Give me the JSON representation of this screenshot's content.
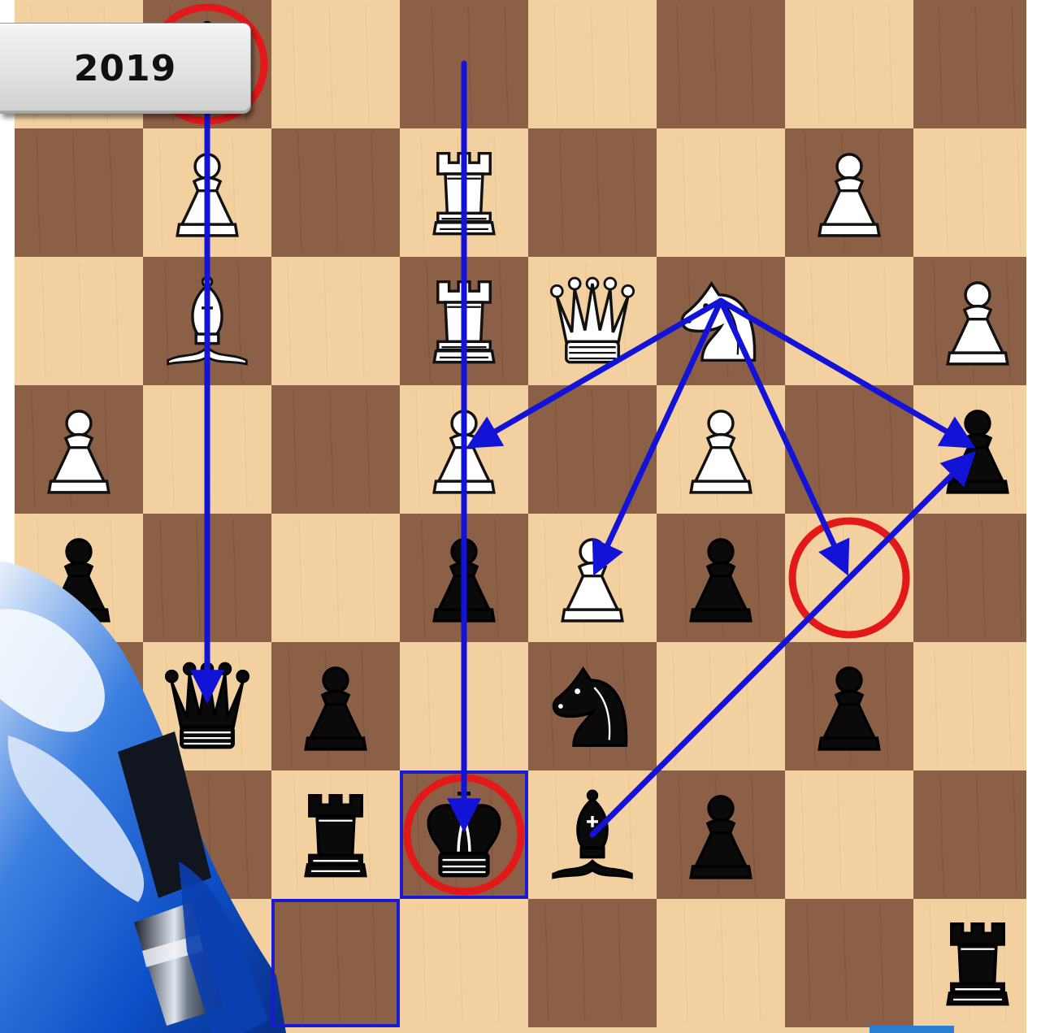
{
  "badge": {
    "year": "2019"
  },
  "colors": {
    "light_square": "#f3d0a0",
    "dark_square": "#8c6046",
    "arrow": "#1313d8",
    "highlight_circle": "#e31818",
    "square_outline": "#1a1ad0",
    "white_piece": "#ffffff",
    "black_piece": "#0a0a0a"
  },
  "board": {
    "orientation": "black-bottom",
    "pieces": [
      {
        "square": "g7",
        "piece": "white-pawn"
      },
      {
        "square": "b7",
        "piece": "white-pawn"
      },
      {
        "square": "e7",
        "piece": "white-rook"
      },
      {
        "square": "e6",
        "piece": "white-rook"
      },
      {
        "square": "g6",
        "piece": "white-bishop"
      },
      {
        "square": "d6",
        "piece": "white-queen"
      },
      {
        "square": "c6",
        "piece": "white-knight"
      },
      {
        "square": "a6",
        "piece": "white-pawn"
      },
      {
        "square": "h5",
        "piece": "white-pawn"
      },
      {
        "square": "e5",
        "piece": "white-pawn"
      },
      {
        "square": "c5",
        "piece": "white-pawn"
      },
      {
        "square": "a5",
        "piece": "black-pawn"
      },
      {
        "square": "d4",
        "piece": "white-pawn"
      },
      {
        "square": "h4",
        "piece": "black-pawn"
      },
      {
        "square": "e4",
        "piece": "black-pawn"
      },
      {
        "square": "c4",
        "piece": "black-pawn"
      },
      {
        "square": "g3",
        "piece": "black-queen"
      },
      {
        "square": "f3",
        "piece": "black-pawn"
      },
      {
        "square": "d3",
        "piece": "black-knight"
      },
      {
        "square": "b3",
        "piece": "black-pawn"
      },
      {
        "square": "f2",
        "piece": "black-rook"
      },
      {
        "square": "e2",
        "piece": "black-king"
      },
      {
        "square": "d2",
        "piece": "black-bishop"
      },
      {
        "square": "c2",
        "piece": "black-pawn"
      },
      {
        "square": "a1",
        "piece": "black-rook"
      }
    ],
    "hidden_piece": {
      "square": "g8",
      "piece": "black-bishop"
    },
    "arrows": [
      {
        "from": "g8",
        "to": "g3"
      },
      {
        "from": "e8",
        "to": "e2"
      },
      {
        "from": "c6",
        "to": "e5"
      },
      {
        "from": "c6",
        "to": "d4"
      },
      {
        "from": "c6",
        "to": "b4"
      },
      {
        "from": "c6",
        "to": "a5"
      },
      {
        "from": "d2",
        "to": "a5"
      }
    ],
    "circles": [
      "g8",
      "b4",
      "e2"
    ],
    "outlined_squares": [
      "e2",
      "f1"
    ]
  }
}
